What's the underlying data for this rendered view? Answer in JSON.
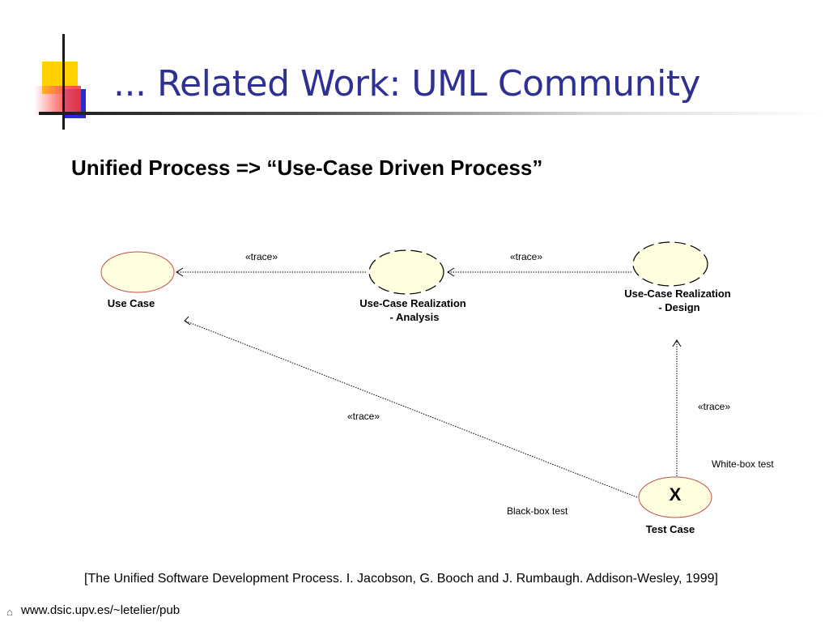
{
  "slide": {
    "title": "... Related Work: UML Community",
    "subtitle": "Unified Process => “Use-Case Driven Process”",
    "reference": "[The Unified Software Development Process. I. Jacobson, G. Booch and J. Rumbaugh. Addison-Wesley, 1999]",
    "footer_url": "www.dsic.upv.es/~letelier/pub",
    "footer_icon": "house-icon"
  },
  "diagram": {
    "nodes": {
      "use_case": {
        "label": "Use Case"
      },
      "analysis": {
        "label_line1": "Use-Case Realization",
        "label_line2": "- Analysis"
      },
      "design": {
        "label_line1": "Use-Case Realization",
        "label_line2": "- Design"
      },
      "test_case": {
        "label": "Test Case",
        "mark": "X"
      }
    },
    "edges": {
      "analysis_to_use_case": {
        "label": "«trace»"
      },
      "design_to_analysis": {
        "label": "«trace»"
      },
      "test_to_use_case": {
        "label": "«trace»"
      },
      "test_to_design": {
        "label": "«trace»"
      }
    },
    "notes": {
      "white_box": "White-box test",
      "black_box": "Black-box test"
    }
  },
  "colors": {
    "title": "#2e3192",
    "node_fill": "#ffffe0",
    "node_stroke": "#c0504d"
  }
}
